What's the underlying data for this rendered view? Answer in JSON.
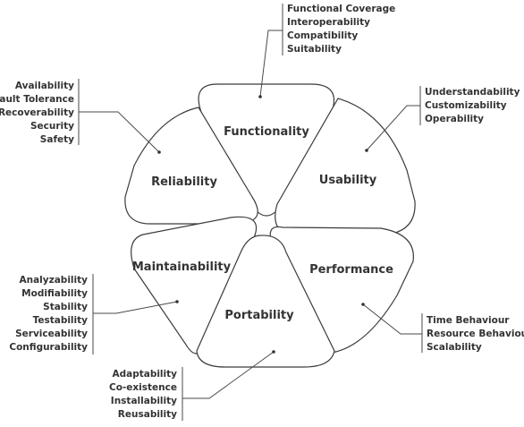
{
  "characteristics": {
    "functionality": {
      "label": "Functionality",
      "sub": [
        "Functional Coverage",
        "Interoperability",
        "Compatibility",
        "Suitability"
      ]
    },
    "usability": {
      "label": "Usability",
      "sub": [
        "Understandability",
        "Customizability",
        "Operability"
      ]
    },
    "reliability": {
      "label": "Reliability",
      "sub": [
        "Availability",
        "Fault Tolerance",
        "Recoverability",
        "Security",
        "Safety"
      ]
    },
    "maintainability": {
      "label": "Maintainability",
      "sub": [
        "Analyzability",
        "Modifiability",
        "Stability",
        "Testability",
        "Serviceability",
        "Configurability"
      ]
    },
    "performance": {
      "label": "Performance",
      "sub": [
        "Time Behaviour",
        "Resource Behaviour",
        "Scalability"
      ]
    },
    "portability": {
      "label": "Portability",
      "sub": [
        "Adaptability",
        "Co-existence",
        "Installability",
        "Reusability"
      ]
    }
  }
}
